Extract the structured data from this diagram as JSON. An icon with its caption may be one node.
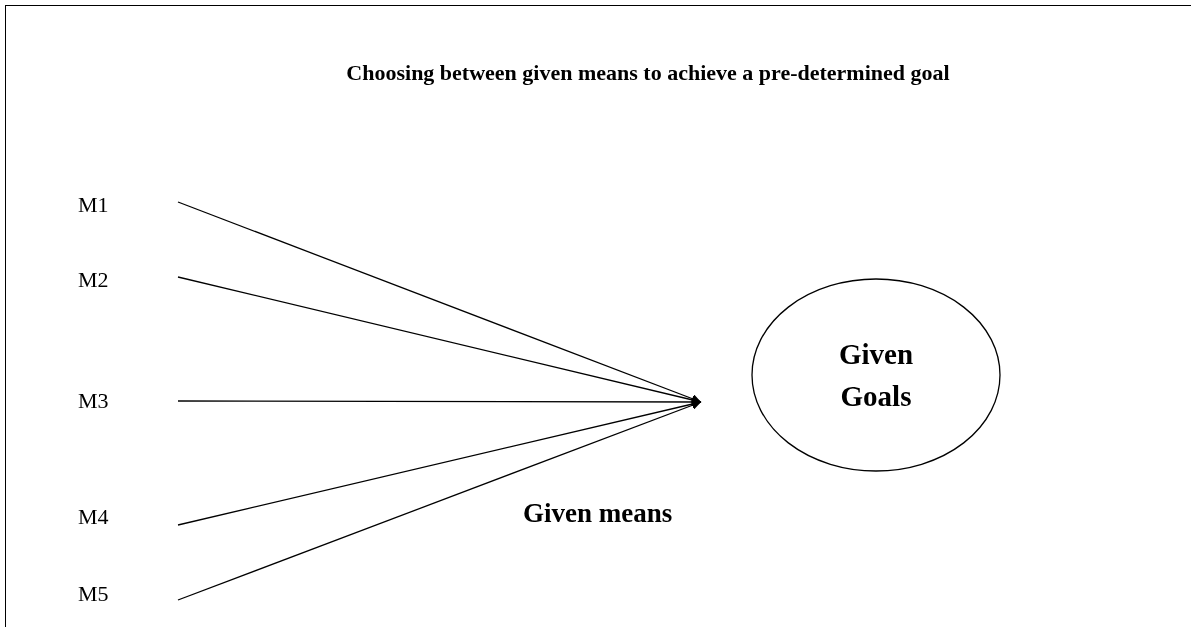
{
  "diagram": {
    "title": "Choosing between given means to achieve a pre-determined goal",
    "nodes": [
      {
        "text": [
          "M1"
        ]
      },
      {
        "text": [
          "M2"
        ]
      },
      {
        "text": [
          "M3"
        ]
      },
      {
        "text": [
          "M4"
        ]
      },
      {
        "text": [
          "M5"
        ]
      },
      {
        "text": [
          "Given Goals"
        ]
      }
    ],
    "edges": [
      {
        "from": 0,
        "to": null,
        "arrow": "to"
      },
      {
        "from": 1,
        "to": null,
        "arrow": "to"
      },
      {
        "from": 2,
        "to": null,
        "arrow": "to"
      },
      {
        "from": 3,
        "to": null,
        "arrow": "to"
      },
      {
        "from": 4,
        "to": null,
        "arrow": "to"
      }
    ],
    "labels": [
      "Given means"
    ]
  }
}
